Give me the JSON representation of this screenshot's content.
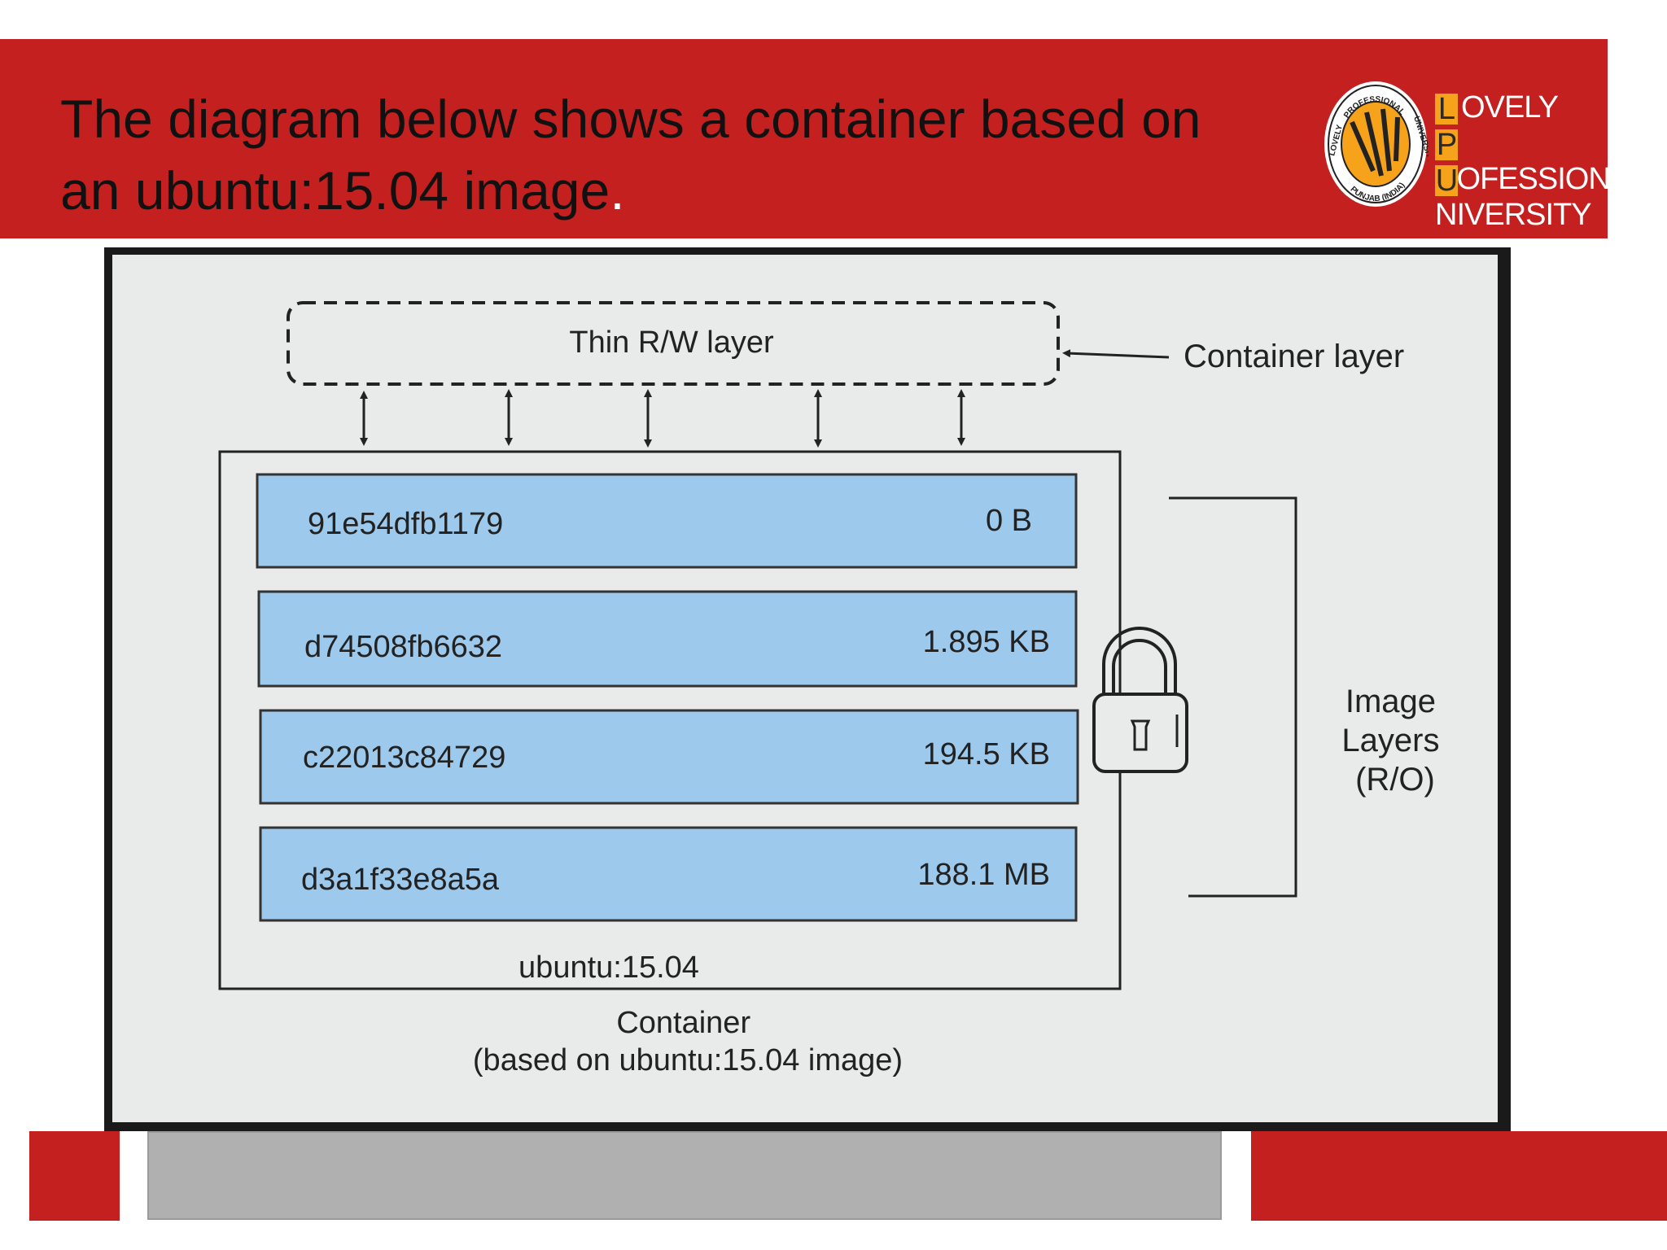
{
  "slide": {
    "title": "The diagram below shows a container based on an ubuntu:15.04 image",
    "title_end": "."
  },
  "logo": {
    "ring_text_top": "PROFESSIONAL",
    "ring_text_left": "LOVELY",
    "ring_text_right": "UNIVERSITY",
    "ring_text_bottom": "PUNJAB (INDIA)",
    "words": [
      {
        "initial": "L",
        "rest": "OVELY"
      },
      {
        "initial": "P",
        "rest": "ROFESSIONAL"
      },
      {
        "initial": "U",
        "rest": "NIVERSITY"
      }
    ]
  },
  "diagram": {
    "rw_layer_label": "Thin R/W layer",
    "container_layer_label": "Container layer",
    "image_layers_label": [
      "Image",
      "Layers",
      "(R/O)"
    ],
    "image_label": "ubuntu:15.04",
    "container_caption": [
      "Container",
      "(based on ubuntu:15.04 image)"
    ],
    "layers": [
      {
        "id": "91e54dfb1179",
        "size": "0 B"
      },
      {
        "id": "d74508fb6632",
        "size": "1.895 KB"
      },
      {
        "id": "c22013c84729",
        "size": "194.5 KB"
      },
      {
        "id": "d3a1f33e8a5a",
        "size": "188.1 MB"
      }
    ]
  },
  "colors": {
    "brand_red": "#c4201f",
    "logo_orange": "#f7a21b",
    "layer_fill": "#9cc9ec",
    "canvas": "#e9eaea"
  }
}
